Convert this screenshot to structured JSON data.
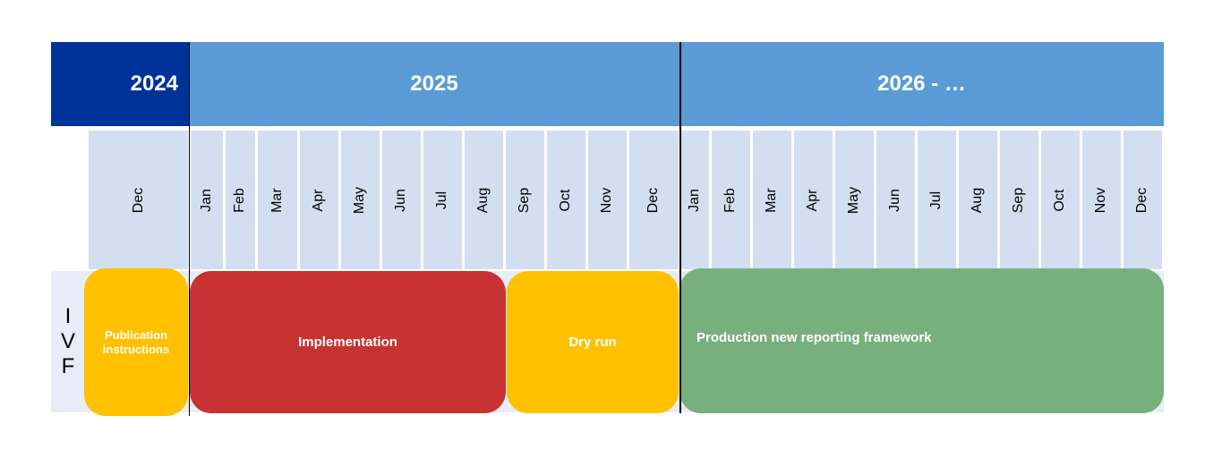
{
  "years": [
    {
      "label": "2024",
      "color": "#003399"
    },
    {
      "label": "2025",
      "color": "#5b9bd5"
    },
    {
      "label": "2026 - …",
      "color": "#5b9bd5"
    }
  ],
  "months": [
    "Dec",
    "Jan",
    "Feb",
    "Mar",
    "Apr",
    "May",
    "Jun",
    "Jul",
    "Aug",
    "Sep",
    "Oct",
    "Nov",
    "Dec",
    "Jan",
    "Feb",
    "Mar",
    "Apr",
    "May",
    "Jun",
    "Jul",
    "Aug",
    "Sep",
    "Oct",
    "Nov",
    "Dec"
  ],
  "row_label": [
    "I",
    "V",
    "F"
  ],
  "phases": [
    {
      "label": "Publication instructions",
      "color": "#ffc000"
    },
    {
      "label": "Implementation",
      "color": "#c83232"
    },
    {
      "label": "Dry run",
      "color": "#ffc000"
    },
    {
      "label": "Production new reporting framework",
      "color": "#78b07d"
    }
  ]
}
